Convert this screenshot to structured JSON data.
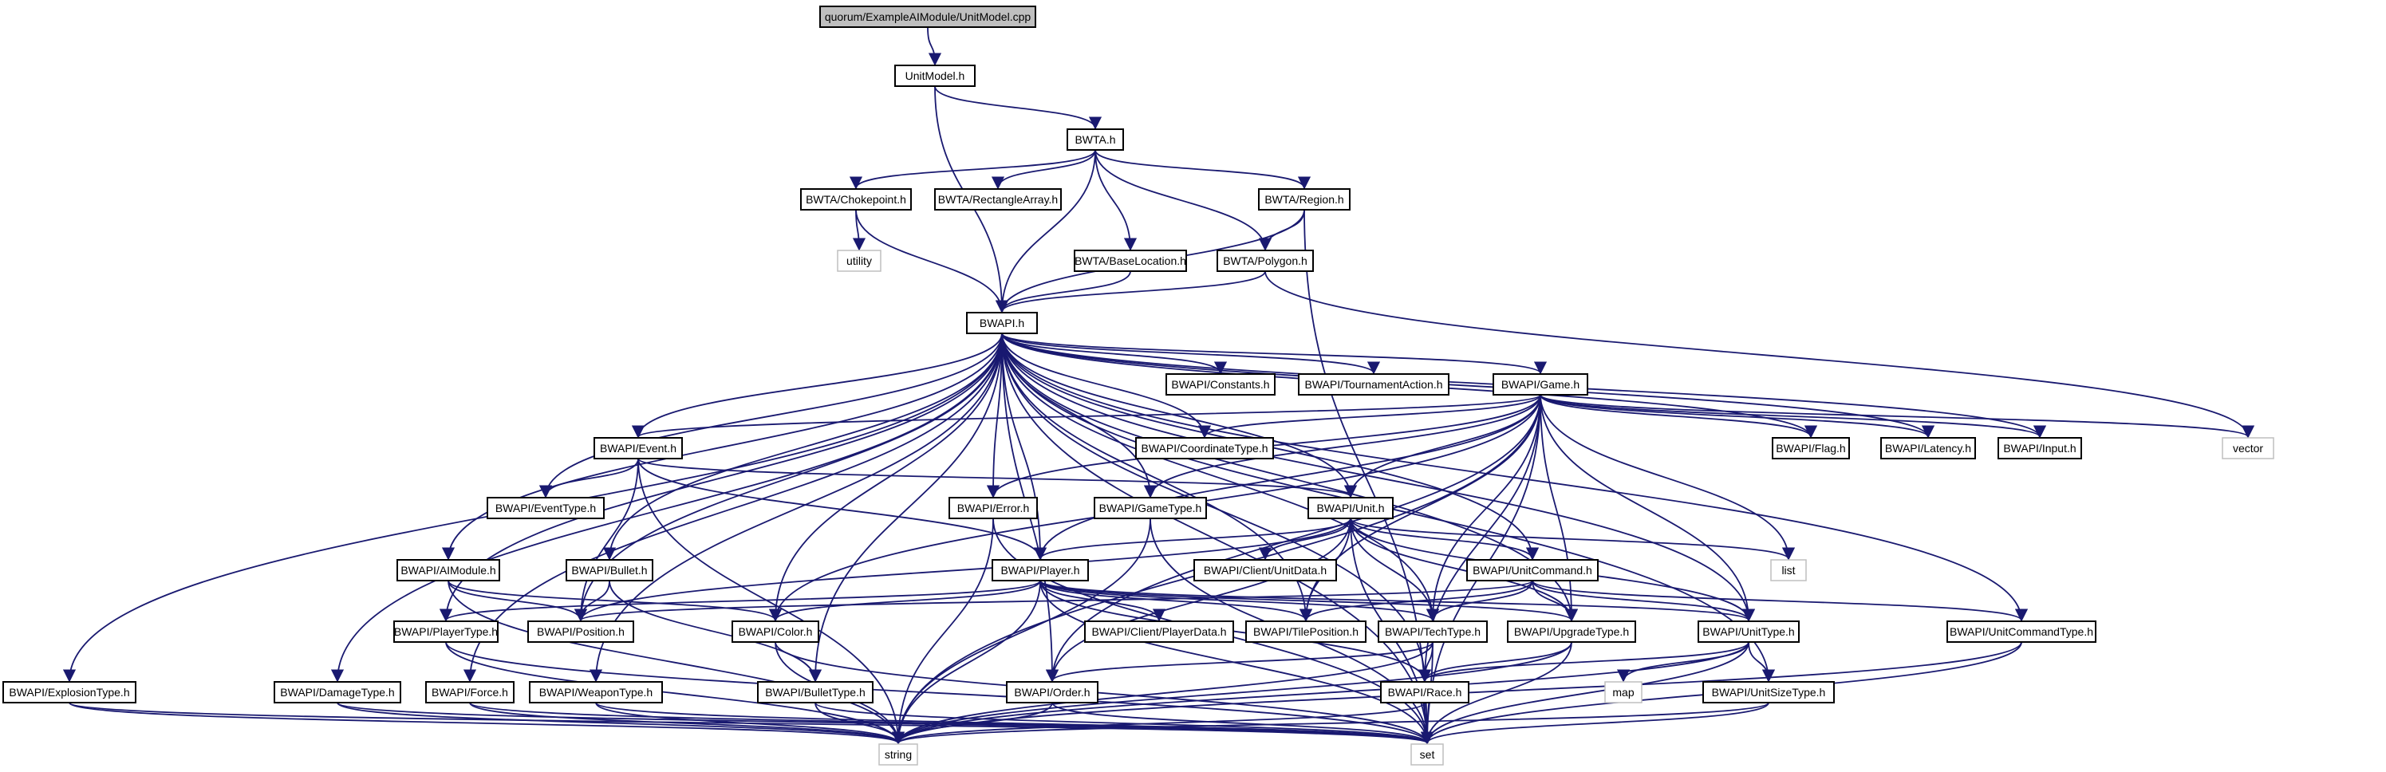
{
  "title": "quorum/ExampleAIModule/UnitModel.cpp",
  "colors": {
    "edge": "#191970",
    "node_border": "#000000",
    "root_fill": "#bfbfbf",
    "system_border": "#bfbfbf"
  },
  "nodes": [
    {
      "id": "root",
      "label": "quorum/ExampleAIModule/UnitModel.cpp",
      "kind": "root"
    },
    {
      "id": "unitmodel",
      "label": "UnitModel.h",
      "kind": "header"
    },
    {
      "id": "bwta",
      "label": "BWTA.h",
      "kind": "header"
    },
    {
      "id": "choke",
      "label": "BWTA/Chokepoint.h",
      "kind": "header"
    },
    {
      "id": "rectarr",
      "label": "BWTA/RectangleArray.h",
      "kind": "header"
    },
    {
      "id": "region",
      "label": "BWTA/Region.h",
      "kind": "header"
    },
    {
      "id": "utility",
      "label": "utility",
      "kind": "system"
    },
    {
      "id": "baseloc",
      "label": "BWTA/BaseLocation.h",
      "kind": "header"
    },
    {
      "id": "polygon",
      "label": "BWTA/Polygon.h",
      "kind": "header"
    },
    {
      "id": "bwapi",
      "label": "BWAPI.h",
      "kind": "header"
    },
    {
      "id": "constants",
      "label": "BWAPI/Constants.h",
      "kind": "header"
    },
    {
      "id": "tourn",
      "label": "BWAPI/TournamentAction.h",
      "kind": "header"
    },
    {
      "id": "game",
      "label": "BWAPI/Game.h",
      "kind": "header"
    },
    {
      "id": "event",
      "label": "BWAPI/Event.h",
      "kind": "header"
    },
    {
      "id": "coordtype",
      "label": "BWAPI/CoordinateType.h",
      "kind": "header"
    },
    {
      "id": "flag",
      "label": "BWAPI/Flag.h",
      "kind": "header"
    },
    {
      "id": "latency",
      "label": "BWAPI/Latency.h",
      "kind": "header"
    },
    {
      "id": "input",
      "label": "BWAPI/Input.h",
      "kind": "header"
    },
    {
      "id": "vector",
      "label": "vector",
      "kind": "system"
    },
    {
      "id": "eventtype",
      "label": "BWAPI/EventType.h",
      "kind": "header"
    },
    {
      "id": "error",
      "label": "BWAPI/Error.h",
      "kind": "header"
    },
    {
      "id": "gametype",
      "label": "BWAPI/GameType.h",
      "kind": "header"
    },
    {
      "id": "unit",
      "label": "BWAPI/Unit.h",
      "kind": "header"
    },
    {
      "id": "aimodule",
      "label": "BWAPI/AIModule.h",
      "kind": "header"
    },
    {
      "id": "bullet",
      "label": "BWAPI/Bullet.h",
      "kind": "header"
    },
    {
      "id": "player",
      "label": "BWAPI/Player.h",
      "kind": "header"
    },
    {
      "id": "unitdata",
      "label": "BWAPI/Client/UnitData.h",
      "kind": "header"
    },
    {
      "id": "unitcommand",
      "label": "BWAPI/UnitCommand.h",
      "kind": "header"
    },
    {
      "id": "list",
      "label": "list",
      "kind": "system"
    },
    {
      "id": "playertype",
      "label": "BWAPI/PlayerType.h",
      "kind": "header"
    },
    {
      "id": "position",
      "label": "BWAPI/Position.h",
      "kind": "header"
    },
    {
      "id": "color",
      "label": "BWAPI/Color.h",
      "kind": "header"
    },
    {
      "id": "playerdata",
      "label": "BWAPI/Client/PlayerData.h",
      "kind": "header"
    },
    {
      "id": "tilepos",
      "label": "BWAPI/TilePosition.h",
      "kind": "header"
    },
    {
      "id": "techtype",
      "label": "BWAPI/TechType.h",
      "kind": "header"
    },
    {
      "id": "upgradetype",
      "label": "BWAPI/UpgradeType.h",
      "kind": "header"
    },
    {
      "id": "unittype",
      "label": "BWAPI/UnitType.h",
      "kind": "header"
    },
    {
      "id": "unitcmdtype",
      "label": "BWAPI/UnitCommandType.h",
      "kind": "header"
    },
    {
      "id": "explosion",
      "label": "BWAPI/ExplosionType.h",
      "kind": "header"
    },
    {
      "id": "damage",
      "label": "BWAPI/DamageType.h",
      "kind": "header"
    },
    {
      "id": "force",
      "label": "BWAPI/Force.h",
      "kind": "header"
    },
    {
      "id": "weapon",
      "label": "BWAPI/WeaponType.h",
      "kind": "header"
    },
    {
      "id": "bullettype",
      "label": "BWAPI/BulletType.h",
      "kind": "header"
    },
    {
      "id": "order",
      "label": "BWAPI/Order.h",
      "kind": "header"
    },
    {
      "id": "race",
      "label": "BWAPI/Race.h",
      "kind": "header"
    },
    {
      "id": "map",
      "label": "map",
      "kind": "system"
    },
    {
      "id": "unitsize",
      "label": "BWAPI/UnitSizeType.h",
      "kind": "header"
    },
    {
      "id": "string",
      "label": "string",
      "kind": "system"
    },
    {
      "id": "set",
      "label": "set",
      "kind": "system"
    }
  ],
  "edges": [
    [
      "root",
      "unitmodel"
    ],
    [
      "unitmodel",
      "bwta"
    ],
    [
      "unitmodel",
      "bwapi"
    ],
    [
      "bwta",
      "choke"
    ],
    [
      "bwta",
      "rectarr"
    ],
    [
      "bwta",
      "baseloc"
    ],
    [
      "bwta",
      "polygon"
    ],
    [
      "bwta",
      "region"
    ],
    [
      "bwta",
      "bwapi"
    ],
    [
      "choke",
      "utility"
    ],
    [
      "choke",
      "bwapi"
    ],
    [
      "region",
      "polygon"
    ],
    [
      "region",
      "bwapi"
    ],
    [
      "region",
      "set"
    ],
    [
      "baseloc",
      "bwapi"
    ],
    [
      "polygon",
      "bwapi"
    ],
    [
      "polygon",
      "vector"
    ],
    [
      "bwapi",
      "constants"
    ],
    [
      "bwapi",
      "tourn"
    ],
    [
      "bwapi",
      "game"
    ],
    [
      "bwapi",
      "event"
    ],
    [
      "bwapi",
      "coordtype"
    ],
    [
      "bwapi",
      "flag"
    ],
    [
      "bwapi",
      "latency"
    ],
    [
      "bwapi",
      "input"
    ],
    [
      "bwapi",
      "eventtype"
    ],
    [
      "bwapi",
      "error"
    ],
    [
      "bwapi",
      "gametype"
    ],
    [
      "bwapi",
      "unit"
    ],
    [
      "bwapi",
      "aimodule"
    ],
    [
      "bwapi",
      "bullet"
    ],
    [
      "bwapi",
      "player"
    ],
    [
      "bwapi",
      "unitcommand"
    ],
    [
      "bwapi",
      "playertype"
    ],
    [
      "bwapi",
      "position"
    ],
    [
      "bwapi",
      "color"
    ],
    [
      "bwapi",
      "tilepos"
    ],
    [
      "bwapi",
      "techtype"
    ],
    [
      "bwapi",
      "upgradetype"
    ],
    [
      "bwapi",
      "unittype"
    ],
    [
      "bwapi",
      "unitcmdtype"
    ],
    [
      "bwapi",
      "explosion"
    ],
    [
      "bwapi",
      "damage"
    ],
    [
      "bwapi",
      "force"
    ],
    [
      "bwapi",
      "weapon"
    ],
    [
      "bwapi",
      "bullettype"
    ],
    [
      "bwapi",
      "order"
    ],
    [
      "bwapi",
      "race"
    ],
    [
      "bwapi",
      "unitsize"
    ],
    [
      "bwapi",
      "set"
    ],
    [
      "game",
      "event"
    ],
    [
      "game",
      "coordtype"
    ],
    [
      "game",
      "flag"
    ],
    [
      "game",
      "latency"
    ],
    [
      "game",
      "input"
    ],
    [
      "game",
      "vector"
    ],
    [
      "game",
      "error"
    ],
    [
      "game",
      "gametype"
    ],
    [
      "game",
      "unit"
    ],
    [
      "game",
      "player"
    ],
    [
      "game",
      "color"
    ],
    [
      "game",
      "tilepos"
    ],
    [
      "game",
      "techtype"
    ],
    [
      "game",
      "upgradetype"
    ],
    [
      "game",
      "unittype"
    ],
    [
      "game",
      "order"
    ],
    [
      "game",
      "race"
    ],
    [
      "game",
      "list"
    ],
    [
      "game",
      "set"
    ],
    [
      "game",
      "string"
    ],
    [
      "event",
      "eventtype"
    ],
    [
      "event",
      "player"
    ],
    [
      "event",
      "unit"
    ],
    [
      "event",
      "position"
    ],
    [
      "event",
      "string"
    ],
    [
      "error",
      "string"
    ],
    [
      "error",
      "set"
    ],
    [
      "gametype",
      "string"
    ],
    [
      "gametype",
      "set"
    ],
    [
      "unit",
      "unitdata"
    ],
    [
      "unit",
      "unitcommand"
    ],
    [
      "unit",
      "list"
    ],
    [
      "unit",
      "player"
    ],
    [
      "unit",
      "position"
    ],
    [
      "unit",
      "tilepos"
    ],
    [
      "unit",
      "techtype"
    ],
    [
      "unit",
      "upgradetype"
    ],
    [
      "unit",
      "unittype"
    ],
    [
      "unit",
      "order"
    ],
    [
      "unit",
      "set"
    ],
    [
      "aimodule",
      "position"
    ],
    [
      "aimodule",
      "color"
    ],
    [
      "aimodule",
      "string"
    ],
    [
      "bullet",
      "position"
    ],
    [
      "bullet",
      "bullettype"
    ],
    [
      "player",
      "playerdata"
    ],
    [
      "player",
      "playertype"
    ],
    [
      "player",
      "color"
    ],
    [
      "player",
      "tilepos"
    ],
    [
      "player",
      "techtype"
    ],
    [
      "player",
      "upgradetype"
    ],
    [
      "player",
      "unittype"
    ],
    [
      "player",
      "race"
    ],
    [
      "player",
      "set"
    ],
    [
      "player",
      "string"
    ],
    [
      "unitcommand",
      "position"
    ],
    [
      "unitcommand",
      "tilepos"
    ],
    [
      "unitcommand",
      "techtype"
    ],
    [
      "unitcommand",
      "upgradetype"
    ],
    [
      "unitcommand",
      "unittype"
    ],
    [
      "unitcommand",
      "unitcmdtype"
    ],
    [
      "playertype",
      "string"
    ],
    [
      "playertype",
      "set"
    ],
    [
      "color",
      "string"
    ],
    [
      "color",
      "set"
    ],
    [
      "techtype",
      "order"
    ],
    [
      "techtype",
      "race"
    ],
    [
      "techtype",
      "string"
    ],
    [
      "techtype",
      "set"
    ],
    [
      "upgradetype",
      "race"
    ],
    [
      "upgradetype",
      "string"
    ],
    [
      "upgradetype",
      "set"
    ],
    [
      "unittype",
      "race"
    ],
    [
      "unittype",
      "unitsize"
    ],
    [
      "unittype",
      "map"
    ],
    [
      "unittype",
      "string"
    ],
    [
      "unittype",
      "set"
    ],
    [
      "unitcmdtype",
      "string"
    ],
    [
      "unitcmdtype",
      "set"
    ],
    [
      "explosion",
      "string"
    ],
    [
      "explosion",
      "set"
    ],
    [
      "damage",
      "string"
    ],
    [
      "damage",
      "set"
    ],
    [
      "force",
      "string"
    ],
    [
      "force",
      "set"
    ],
    [
      "weapon",
      "string"
    ],
    [
      "weapon",
      "set"
    ],
    [
      "bullettype",
      "string"
    ],
    [
      "bullettype",
      "set"
    ],
    [
      "order",
      "string"
    ],
    [
      "order",
      "set"
    ],
    [
      "race",
      "string"
    ],
    [
      "race",
      "set"
    ],
    [
      "unitsize",
      "string"
    ],
    [
      "unitsize",
      "set"
    ]
  ]
}
